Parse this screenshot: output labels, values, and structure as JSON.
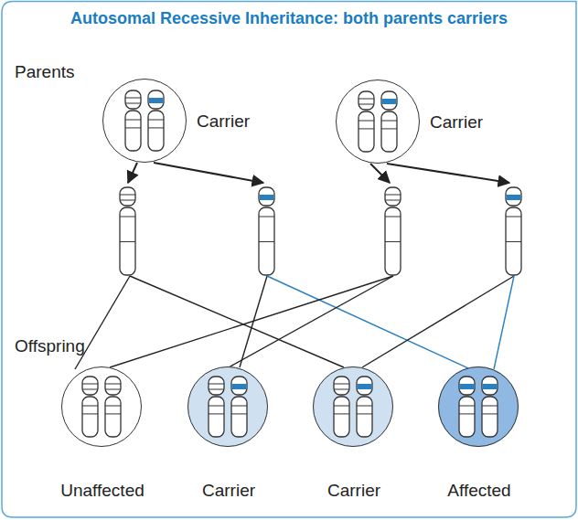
{
  "diagram": {
    "title": "Autosomal Recessive Inheritance: both parents carriers",
    "nodes": [
      {
        "text": [
          "Carrier"
        ]
      },
      {
        "text": [
          "Carrier"
        ]
      },
      {
        "text": [
          "Unaffected"
        ]
      },
      {
        "text": [
          "Carrier"
        ]
      },
      {
        "text": [
          "Carrier"
        ]
      },
      {
        "text": [
          "Affected"
        ]
      }
    ],
    "labels": [
      "Parents",
      "Offspring"
    ]
  }
}
